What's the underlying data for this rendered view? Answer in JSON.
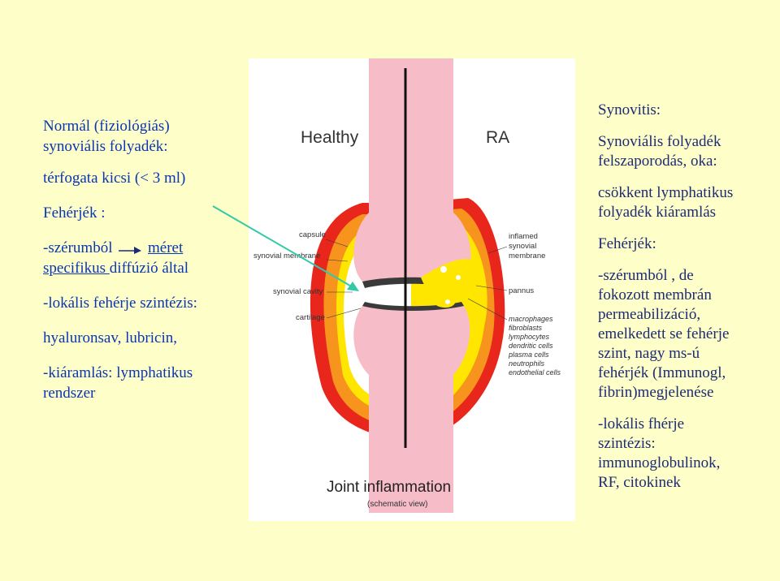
{
  "left": {
    "title_line1": "Normál (fiziológiás)",
    "title_line2": "synoviális folyadék:",
    "volume": "térfogata kicsi (< 3 ml)",
    "wbc_label": "Fehérjék :",
    "serum_prefix": "-szérumból",
    "serum_size": "méret",
    "serum_specific": "specifikus ",
    "serum_diffusion": "diffúzió által",
    "local_synthesis": "-lokális fehérje szintézis:",
    "local_items": "hyaluronsav, lubricin,",
    "outflow_line1": "-kiáramlás: lymphatikus",
    "outflow_line2": "rendszer"
  },
  "right": {
    "title": "Synovitis:",
    "fluid_line1": "Synoviális folyadék",
    "fluid_line2": "felszaporodás, oka:",
    "cause_line1": "csökkent lymphatikus",
    "cause_line2": "folyadék kiáramlás",
    "wbc_label": "Fehérjék:",
    "serum_line1": "-szérumból , de",
    "serum_line2": "fokozott membrán",
    "serum_line3": "permeabilizáció,",
    "serum_line4": "emelkedett se fehérje",
    "serum_line5": "szint, nagy ms-ú",
    "serum_line6": "fehérjék (Immunogl,",
    "serum_line7": "fibrin)megjelenése",
    "local_line1": "-lokális fhérje",
    "local_line2": "szintézis:",
    "local_line3": "immunoglobulinok,",
    "local_line4": "RF, citokinek"
  },
  "figure": {
    "heading_healthy": "Healthy",
    "heading_ra": "RA",
    "label_capsule": "capsule",
    "label_synovial_membrane": "synovial membrane",
    "label_synovial_cavity": "synovial cavity",
    "label_cartilage": "cartilage",
    "label_inflamed_1": "inflamed",
    "label_inflamed_2": "synovial",
    "label_inflamed_3": "membrane",
    "label_pannus": "pannus",
    "cells": [
      "macrophages",
      "fibroblasts",
      "lymphocytes",
      "dendritic cells",
      "plasma cells",
      "neutrophils",
      "endothelial cells"
    ],
    "caption_title": "Joint inflammation",
    "caption_sub": "(schematic view)"
  },
  "colors": {
    "background": "#fefec8",
    "left_text": "#0a36b3",
    "right_text": "#1d2b74",
    "pointer_arrow": "#33c9a6",
    "bone": "#f6bdc9",
    "capsule_red": "#e8261b",
    "capsule_orange": "#f7941d",
    "synovium_yellow": "#ffe600"
  }
}
